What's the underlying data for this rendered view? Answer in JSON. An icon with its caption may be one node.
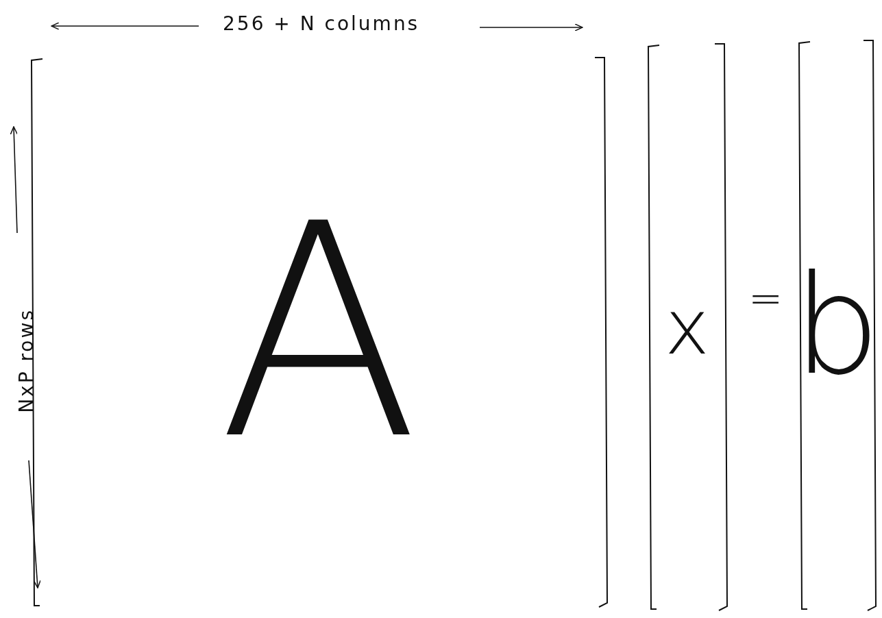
{
  "diagram": {
    "nodes": [
      {
        "text": [
          "A"
        ]
      },
      {
        "text": [
          "x"
        ]
      },
      {
        "text": [
          "b"
        ]
      }
    ],
    "labels": [
      "256 + N columns",
      "NxP rows",
      "="
    ]
  }
}
